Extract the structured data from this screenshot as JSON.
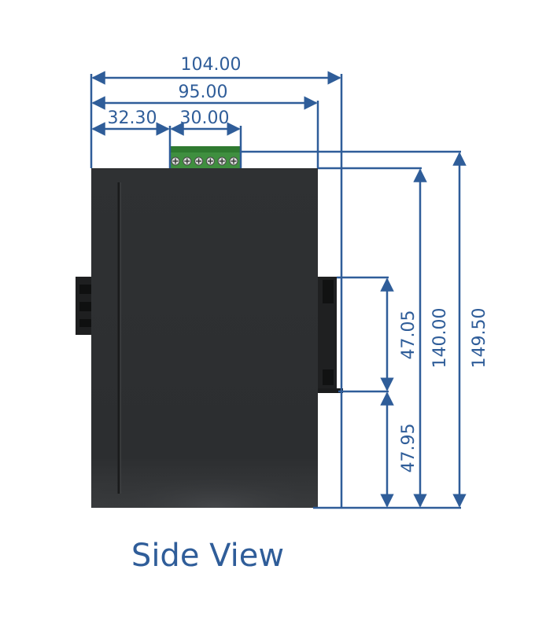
{
  "title": "Side View",
  "colors": {
    "dimension_line": "#2f5d99",
    "device_body": "#2f3133",
    "terminal_block": "#3f8f3f",
    "background": "#ffffff"
  },
  "dimensions": {
    "top": [
      "104.00",
      "95.00",
      "32.30",
      "30.00"
    ],
    "right": [
      "47.05",
      "47.95",
      "140.00",
      "149.50"
    ]
  }
}
